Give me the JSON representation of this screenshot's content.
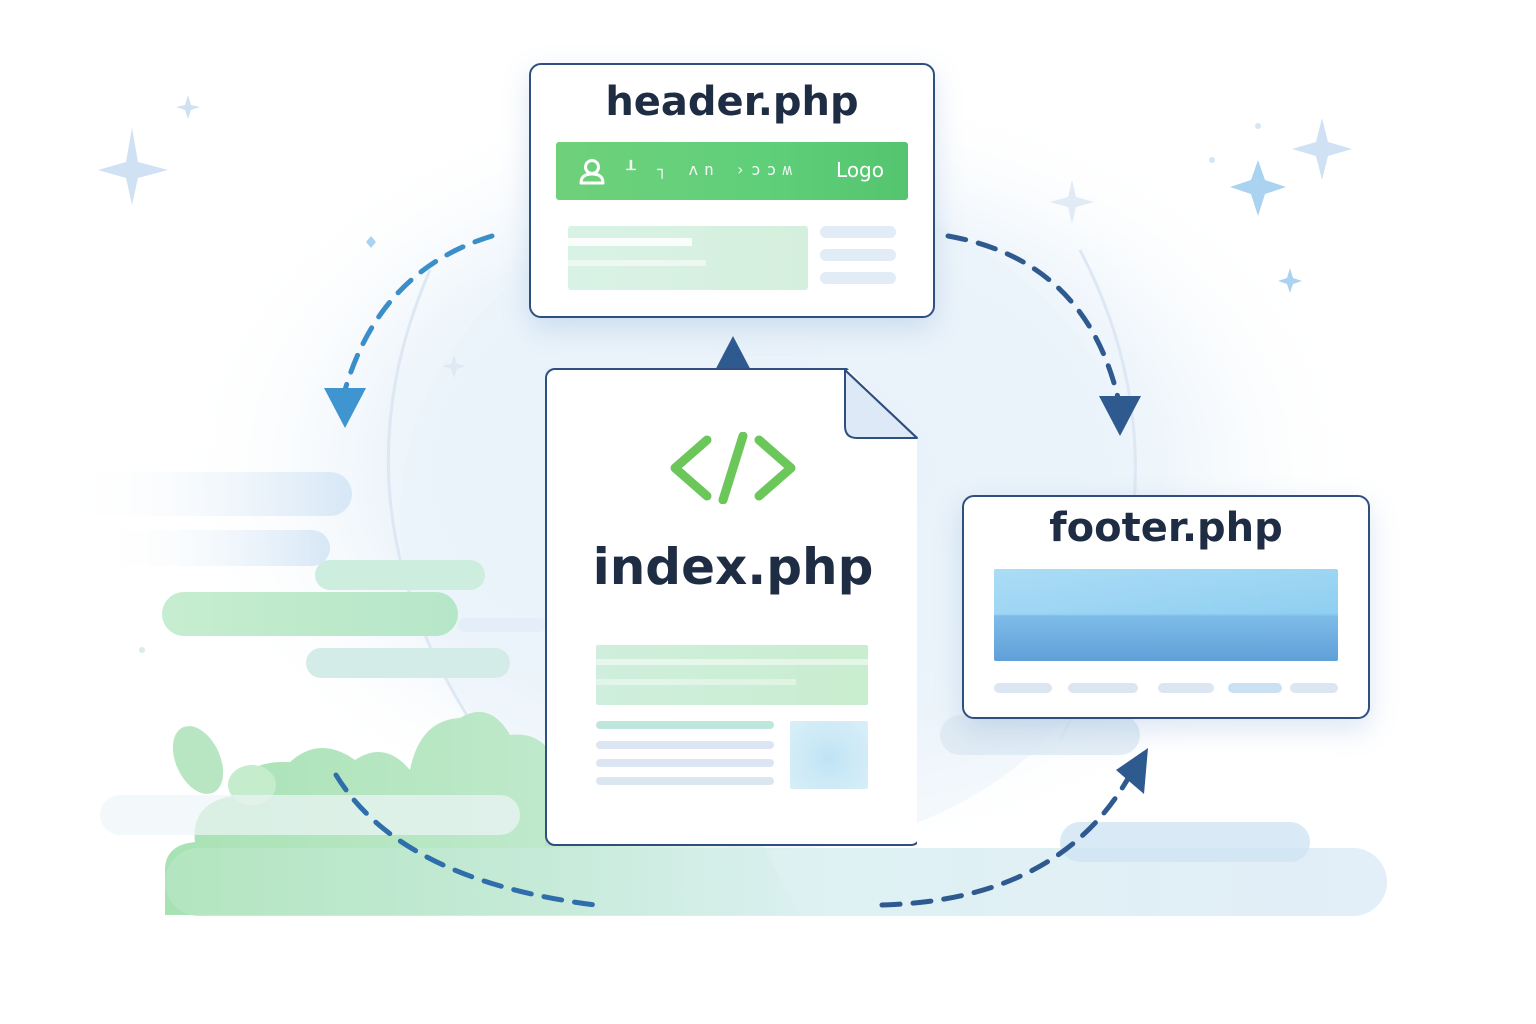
{
  "diagram": {
    "header_file": {
      "title": "header.php",
      "nav_glyphs": "┸ ┐ ʌn ›ɔɔʍ",
      "logo_label": "Logo"
    },
    "index_file": {
      "title": "index.php",
      "code_icon": "code-brackets-icon"
    },
    "footer_file": {
      "title": "footer.php"
    },
    "colors": {
      "navy": "#2f4f7f",
      "green": "#5fcf7a",
      "blue": "#4a9fd8",
      "text": "#1f2d44"
    }
  }
}
